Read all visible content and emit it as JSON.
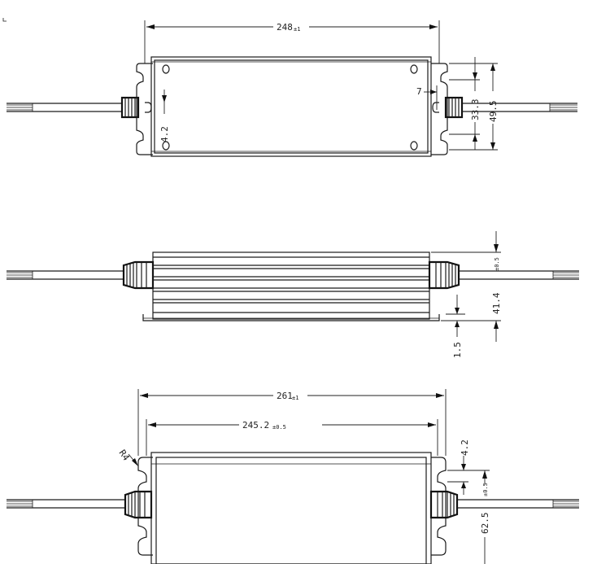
{
  "top_view": {
    "width_dim": "248",
    "width_tol": "±1",
    "slot_dim": "7",
    "hole_height_dim": "33.3",
    "height_dim": "49.5",
    "slot_width_dim": "4.2"
  },
  "side_view": {
    "height_dim": "41.4",
    "height_tol": "±0.5",
    "flange_dim": "1.5"
  },
  "bottom_view": {
    "outer_width_dim": "261",
    "outer_width_tol": "±1",
    "inner_width_dim": "245.2",
    "inner_width_tol": "±0.5",
    "radius_dim": "R4",
    "slot_dim": "4.2",
    "height_dim": "62.5",
    "height_tol": "±0.5"
  }
}
